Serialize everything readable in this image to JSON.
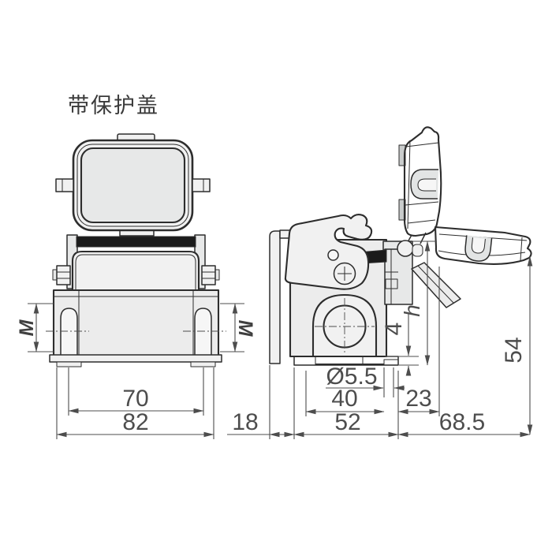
{
  "title": "带保护盖",
  "colors": {
    "line": "#2d2d2d",
    "dimension": "#4d4d4d",
    "fill_light": "#f1f1f1",
    "fill_mid": "#e7e8e8",
    "seal_black": "#1b1b1b",
    "background": "#ffffff"
  },
  "front_view": {
    "dim_m_left": "M",
    "dim_m_right": "M",
    "dim_70": "70",
    "dim_82": "82"
  },
  "side_view": {
    "dim_dia": "Ø5.5",
    "dim_40": "40",
    "dim_23": "23",
    "dim_18": "18",
    "dim_52": "52",
    "dim_68_5": "68.5",
    "dim_4": "4",
    "dim_h": "h",
    "dim_54": "54"
  }
}
